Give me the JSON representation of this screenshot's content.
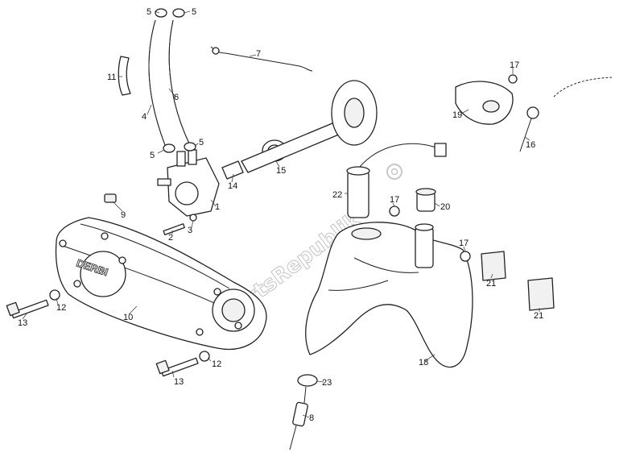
{
  "watermark": "PartsRepublik",
  "brand_logo": "DERBI",
  "callouts": [
    "1",
    "2",
    "3",
    "4",
    "5",
    "5",
    "5",
    "5",
    "6",
    "7",
    "8",
    "9",
    "10",
    "11",
    "12",
    "12",
    "13",
    "13",
    "14",
    "15",
    "16",
    "17",
    "17",
    "17",
    "18",
    "19",
    "20",
    "21",
    "21",
    "22",
    "23"
  ],
  "colors": {
    "line": "#222222",
    "watermark": "#c8c8c8",
    "background": "#ffffff"
  }
}
